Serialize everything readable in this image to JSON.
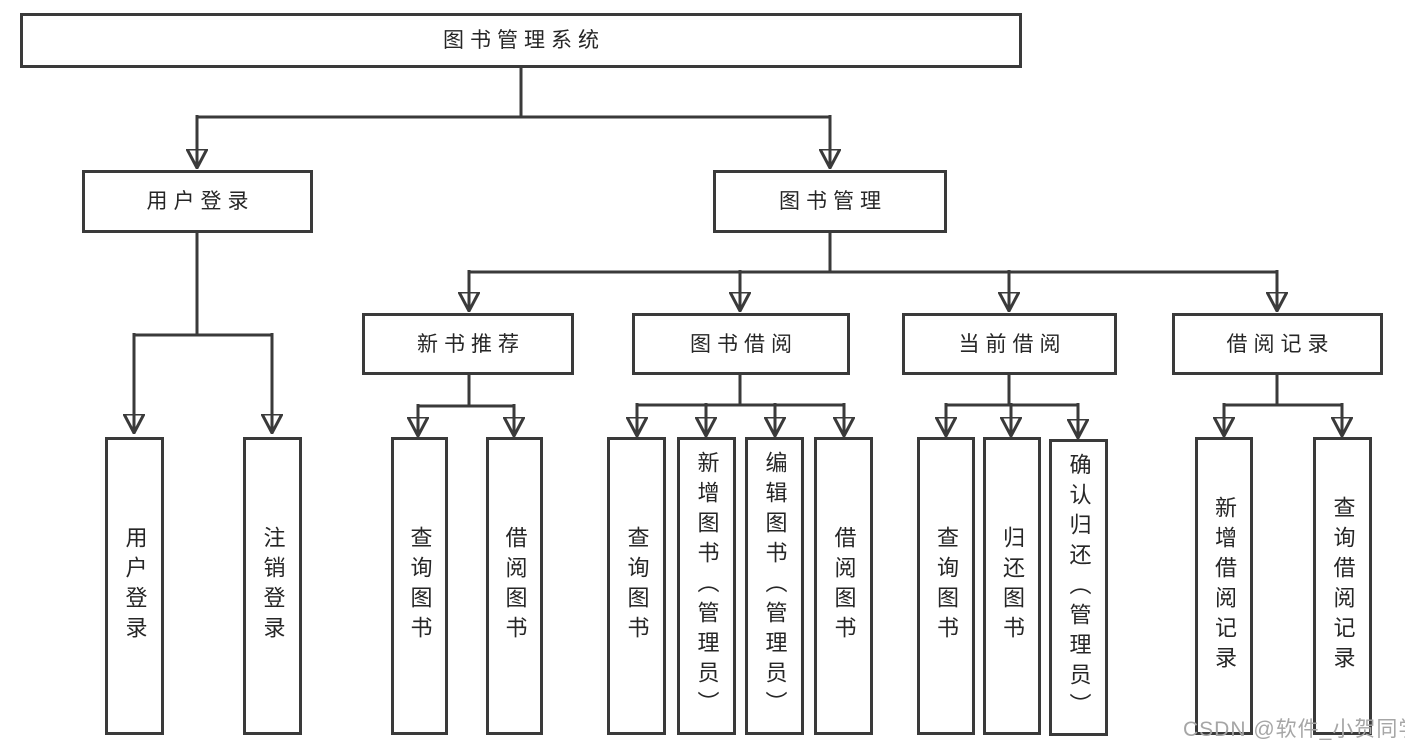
{
  "tree": {
    "label": "图书管理系统",
    "children": [
      {
        "label": "用户登录",
        "children": [
          {
            "label": "用户登录"
          },
          {
            "label": "注销登录"
          }
        ]
      },
      {
        "label": "图书管理",
        "children": [
          {
            "label": "新书推荐",
            "children": [
              {
                "label": "查询图书"
              },
              {
                "label": "借阅图书"
              }
            ]
          },
          {
            "label": "图书借阅",
            "children": [
              {
                "label": "查询图书"
              },
              {
                "label": "新增图书（管理员）"
              },
              {
                "label": "编辑图书（管理员）"
              },
              {
                "label": "借阅图书"
              }
            ]
          },
          {
            "label": "当前借阅",
            "children": [
              {
                "label": "查询图书"
              },
              {
                "label": "归还图书"
              },
              {
                "label": "确认归还（管理员）"
              }
            ]
          },
          {
            "label": "借阅记录",
            "children": [
              {
                "label": "新增借阅记录"
              },
              {
                "label": "查询借阅记录"
              }
            ]
          }
        ]
      }
    ]
  },
  "watermark": {
    "text": "CSDN @软件_小贺同学"
  },
  "colors": {
    "line": "#3a3a3a",
    "text": "#262626",
    "watermark": "#a6a6a6",
    "background": "#ffffff"
  }
}
